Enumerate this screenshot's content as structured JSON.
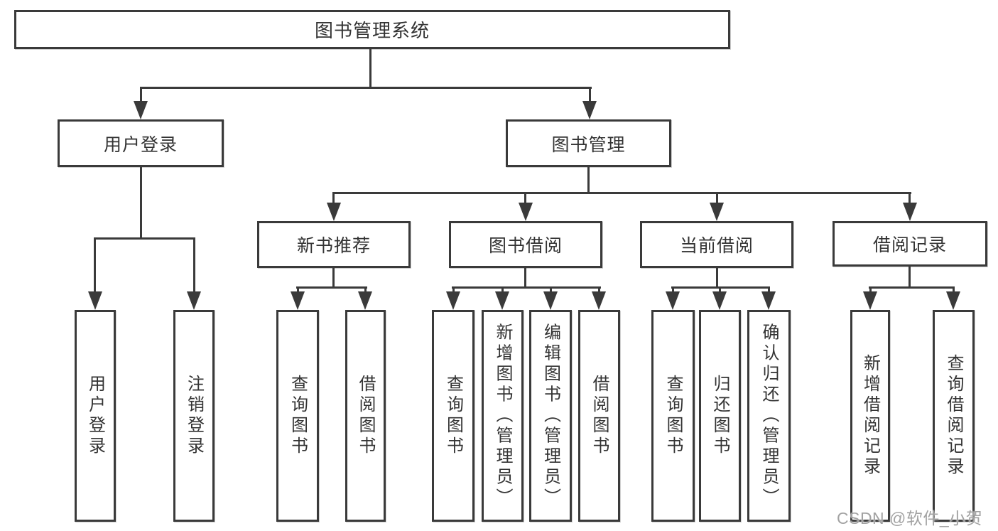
{
  "tree": {
    "label": "图书管理系统",
    "children": [
      {
        "label": "用户登录",
        "children": [
          {
            "label": "用户登录"
          },
          {
            "label": "注销登录"
          }
        ]
      },
      {
        "label": "图书管理",
        "children": [
          {
            "label": "新书推荐",
            "children": [
              {
                "label": "查询图书"
              },
              {
                "label": "借阅图书"
              }
            ]
          },
          {
            "label": "图书借阅",
            "children": [
              {
                "label": "查询图书"
              },
              {
                "label": "新增图书（管理员）"
              },
              {
                "label": "编辑图书（管理员）"
              },
              {
                "label": "借阅图书"
              }
            ]
          },
          {
            "label": "当前借阅",
            "children": [
              {
                "label": "查询图书"
              },
              {
                "label": "归还图书"
              },
              {
                "label": "确认归还（管理员）"
              }
            ]
          },
          {
            "label": "借阅记录",
            "children": [
              {
                "label": "新增借阅记录"
              },
              {
                "label": "查询借阅记录"
              }
            ]
          }
        ]
      }
    ]
  },
  "watermark": {
    "text": "CSDN @软件_小贺同学"
  },
  "colors": {
    "line": "#3a3a3a",
    "box_border": "#3a3a3a",
    "text": "#333333",
    "watermark": "#a2a2a2",
    "background": "#ffffff"
  }
}
